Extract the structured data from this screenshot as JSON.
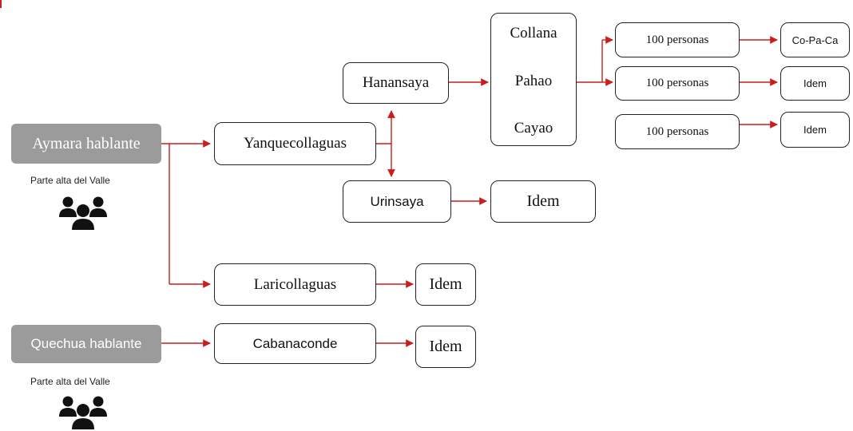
{
  "groups": [
    {
      "label": "Aymara hablante",
      "location": "Parte alta del Valle",
      "icon": "people-group-icon"
    },
    {
      "label": "Quechua hablante",
      "location": "Parte alta del Valle",
      "icon": "people-group-icon"
    }
  ],
  "level1": {
    "yanque": "Yanquecollaguas",
    "lari": "Laricollaguas",
    "cabana": "Cabanaconde"
  },
  "level2": {
    "hanan": "Hanansaya",
    "urin": "Urinsaya"
  },
  "ayllus": [
    "Collana",
    "Pahao",
    "Cayao"
  ],
  "personas": [
    "100 personas",
    "100 personas",
    "100 personas"
  ],
  "final": [
    "Co-Pa-Ca",
    "Idem",
    "Idem"
  ],
  "idem": {
    "urin": "Idem",
    "lari": "Idem",
    "cabana": "Idem"
  },
  "colors": {
    "arrow": "#c81e1e",
    "group_fill": "#9b9b9b",
    "border": "#222222"
  }
}
